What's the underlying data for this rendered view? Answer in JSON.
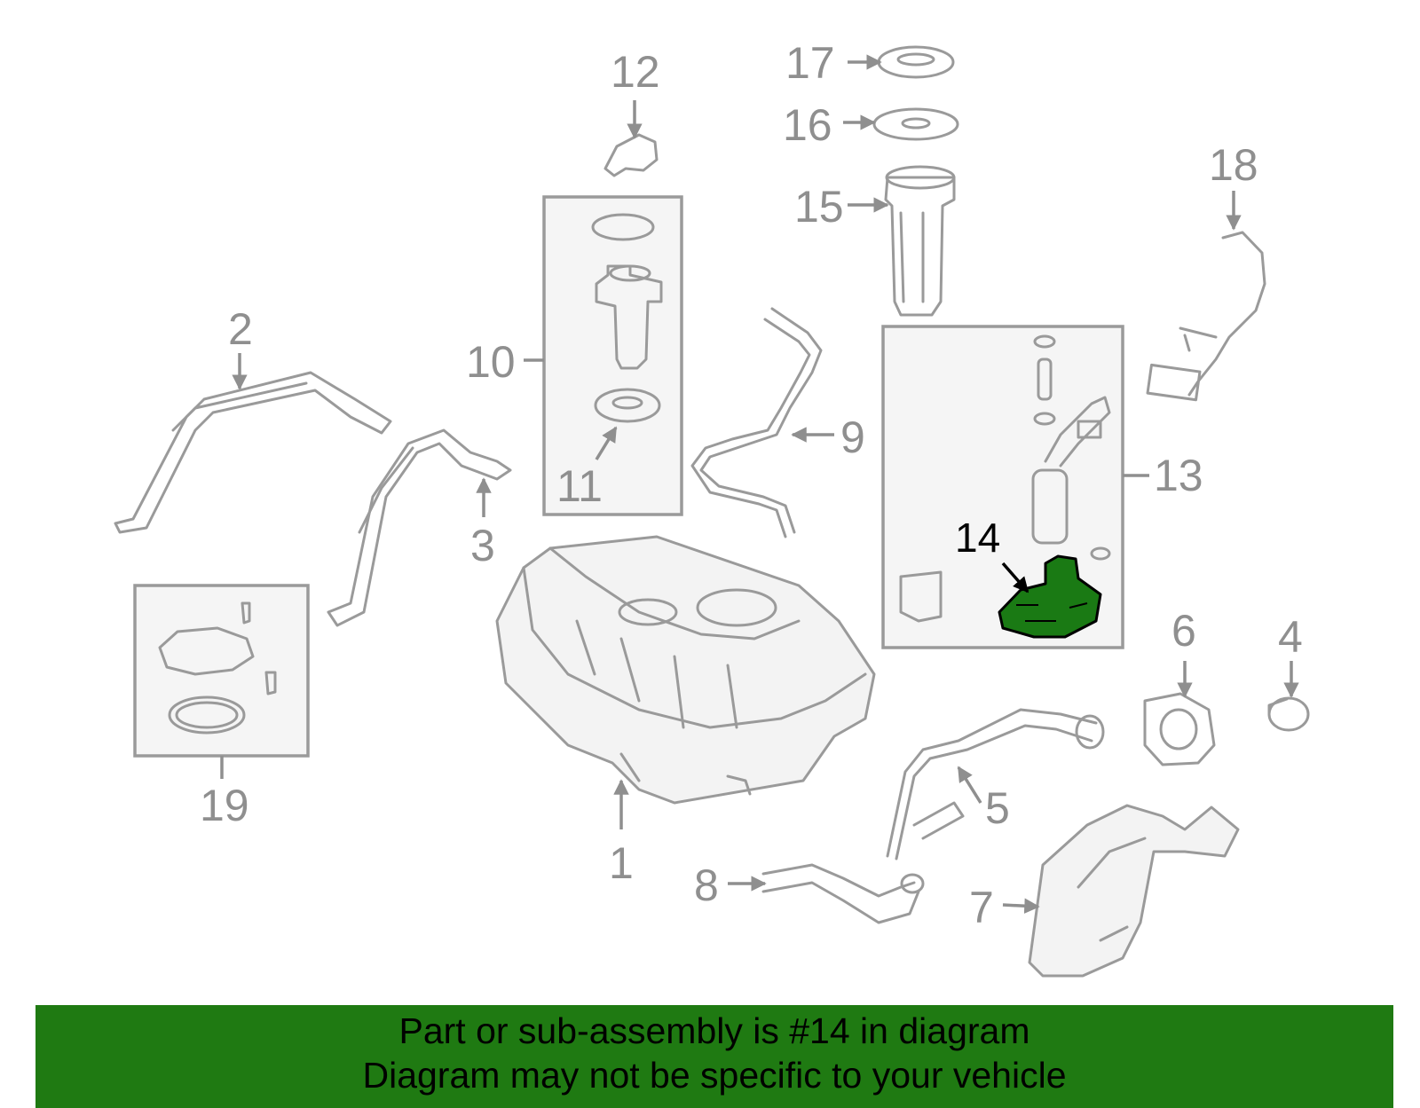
{
  "callouts": {
    "c1": "1",
    "c2": "2",
    "c3": "3",
    "c4": "4",
    "c5": "5",
    "c6": "6",
    "c7": "7",
    "c8": "8",
    "c9": "9",
    "c10": "10",
    "c11": "11",
    "c12": "12",
    "c13": "13",
    "c14": "14",
    "c15": "15",
    "c16": "16",
    "c17": "17",
    "c18": "18",
    "c19": "19"
  },
  "highlighted_callout": "14",
  "colors": {
    "highlight": "#1a7a14",
    "banner": "#1f7a12",
    "line_art": "#9a9a9a"
  },
  "banner": {
    "line1": "Part or sub-assembly is #14 in diagram",
    "line2": "Diagram may not be specific to your vehicle"
  }
}
